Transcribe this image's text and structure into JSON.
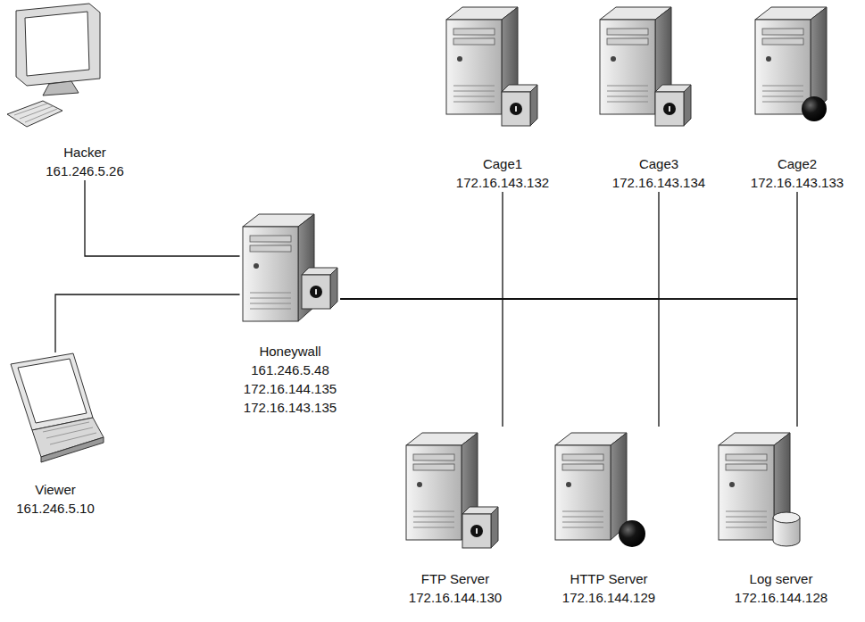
{
  "diagram": {
    "nodes": [
      {
        "text": [
          "Hacker",
          "161.246.5.26"
        ]
      },
      {
        "text": [
          "Cage1",
          "172.16.143.132"
        ]
      },
      {
        "text": [
          "Cage3",
          "172.16.143.134"
        ]
      },
      {
        "text": [
          "Cage2",
          "172.16.143.133"
        ]
      },
      {
        "text": [
          "Honeywall",
          "161.246.5.48",
          "172.16.144.135",
          "172.16.143.135"
        ]
      },
      {
        "text": [
          "Viewer",
          "161.246.5.10"
        ]
      },
      {
        "text": [
          "FTP Server",
          "172.16.144.130"
        ]
      },
      {
        "text": [
          "HTTP Server",
          "172.16.144.129"
        ]
      },
      {
        "text": [
          "Log server",
          "172.16.144.128"
        ]
      }
    ],
    "edges": [
      {
        "from": 0,
        "to": 4,
        "arrow": "none"
      },
      {
        "from": 4,
        "to": 5,
        "arrow": "none"
      },
      {
        "from": 4,
        "to": 1,
        "arrow": "none"
      },
      {
        "from": 4,
        "to": 2,
        "arrow": "none"
      },
      {
        "from": 4,
        "to": 3,
        "arrow": "none"
      },
      {
        "from": 4,
        "to": 6,
        "arrow": "none"
      },
      {
        "from": 4,
        "to": 7,
        "arrow": "none"
      },
      {
        "from": 4,
        "to": 8,
        "arrow": "none"
      }
    ]
  }
}
